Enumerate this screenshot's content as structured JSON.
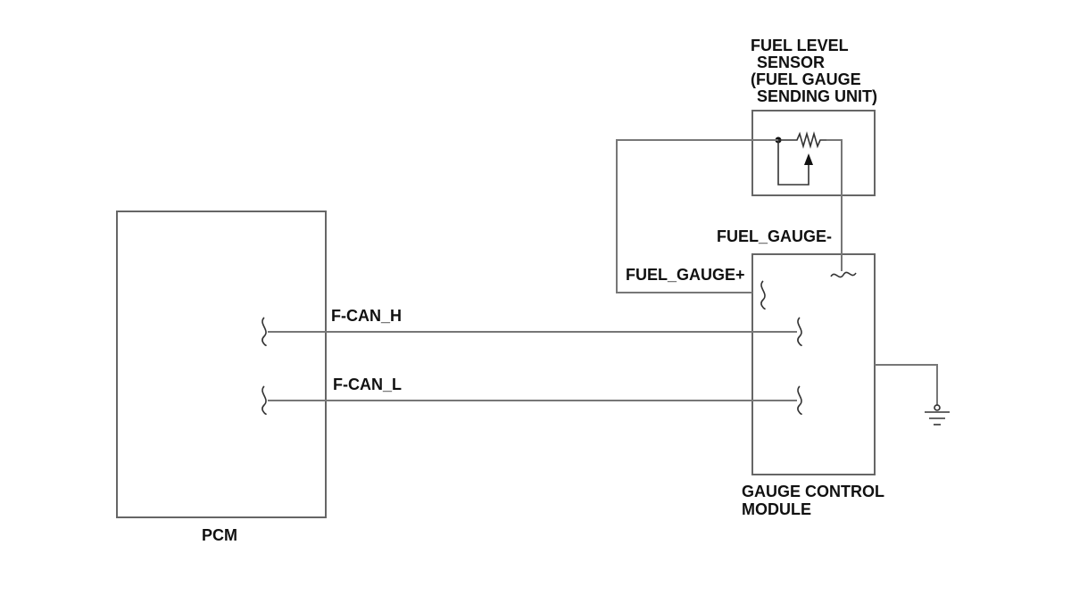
{
  "labels": {
    "sensor_line1": "FUEL LEVEL",
    "sensor_line2": "SENSOR",
    "sensor_line3": "(FUEL GAUGE",
    "sensor_line4": "SENDING UNIT)",
    "fuel_gauge_minus": "FUEL_GAUGE-",
    "fuel_gauge_plus": "FUEL_GAUGE+",
    "f_can_h": "F-CAN_H",
    "f_can_l": "F-CAN_L",
    "pcm": "PCM",
    "gcm_line1": "GAUGE CONTROL",
    "gcm_line2": "MODULE"
  },
  "colors": {
    "wire": "#777777",
    "box": "#666666",
    "text": "#111111"
  }
}
